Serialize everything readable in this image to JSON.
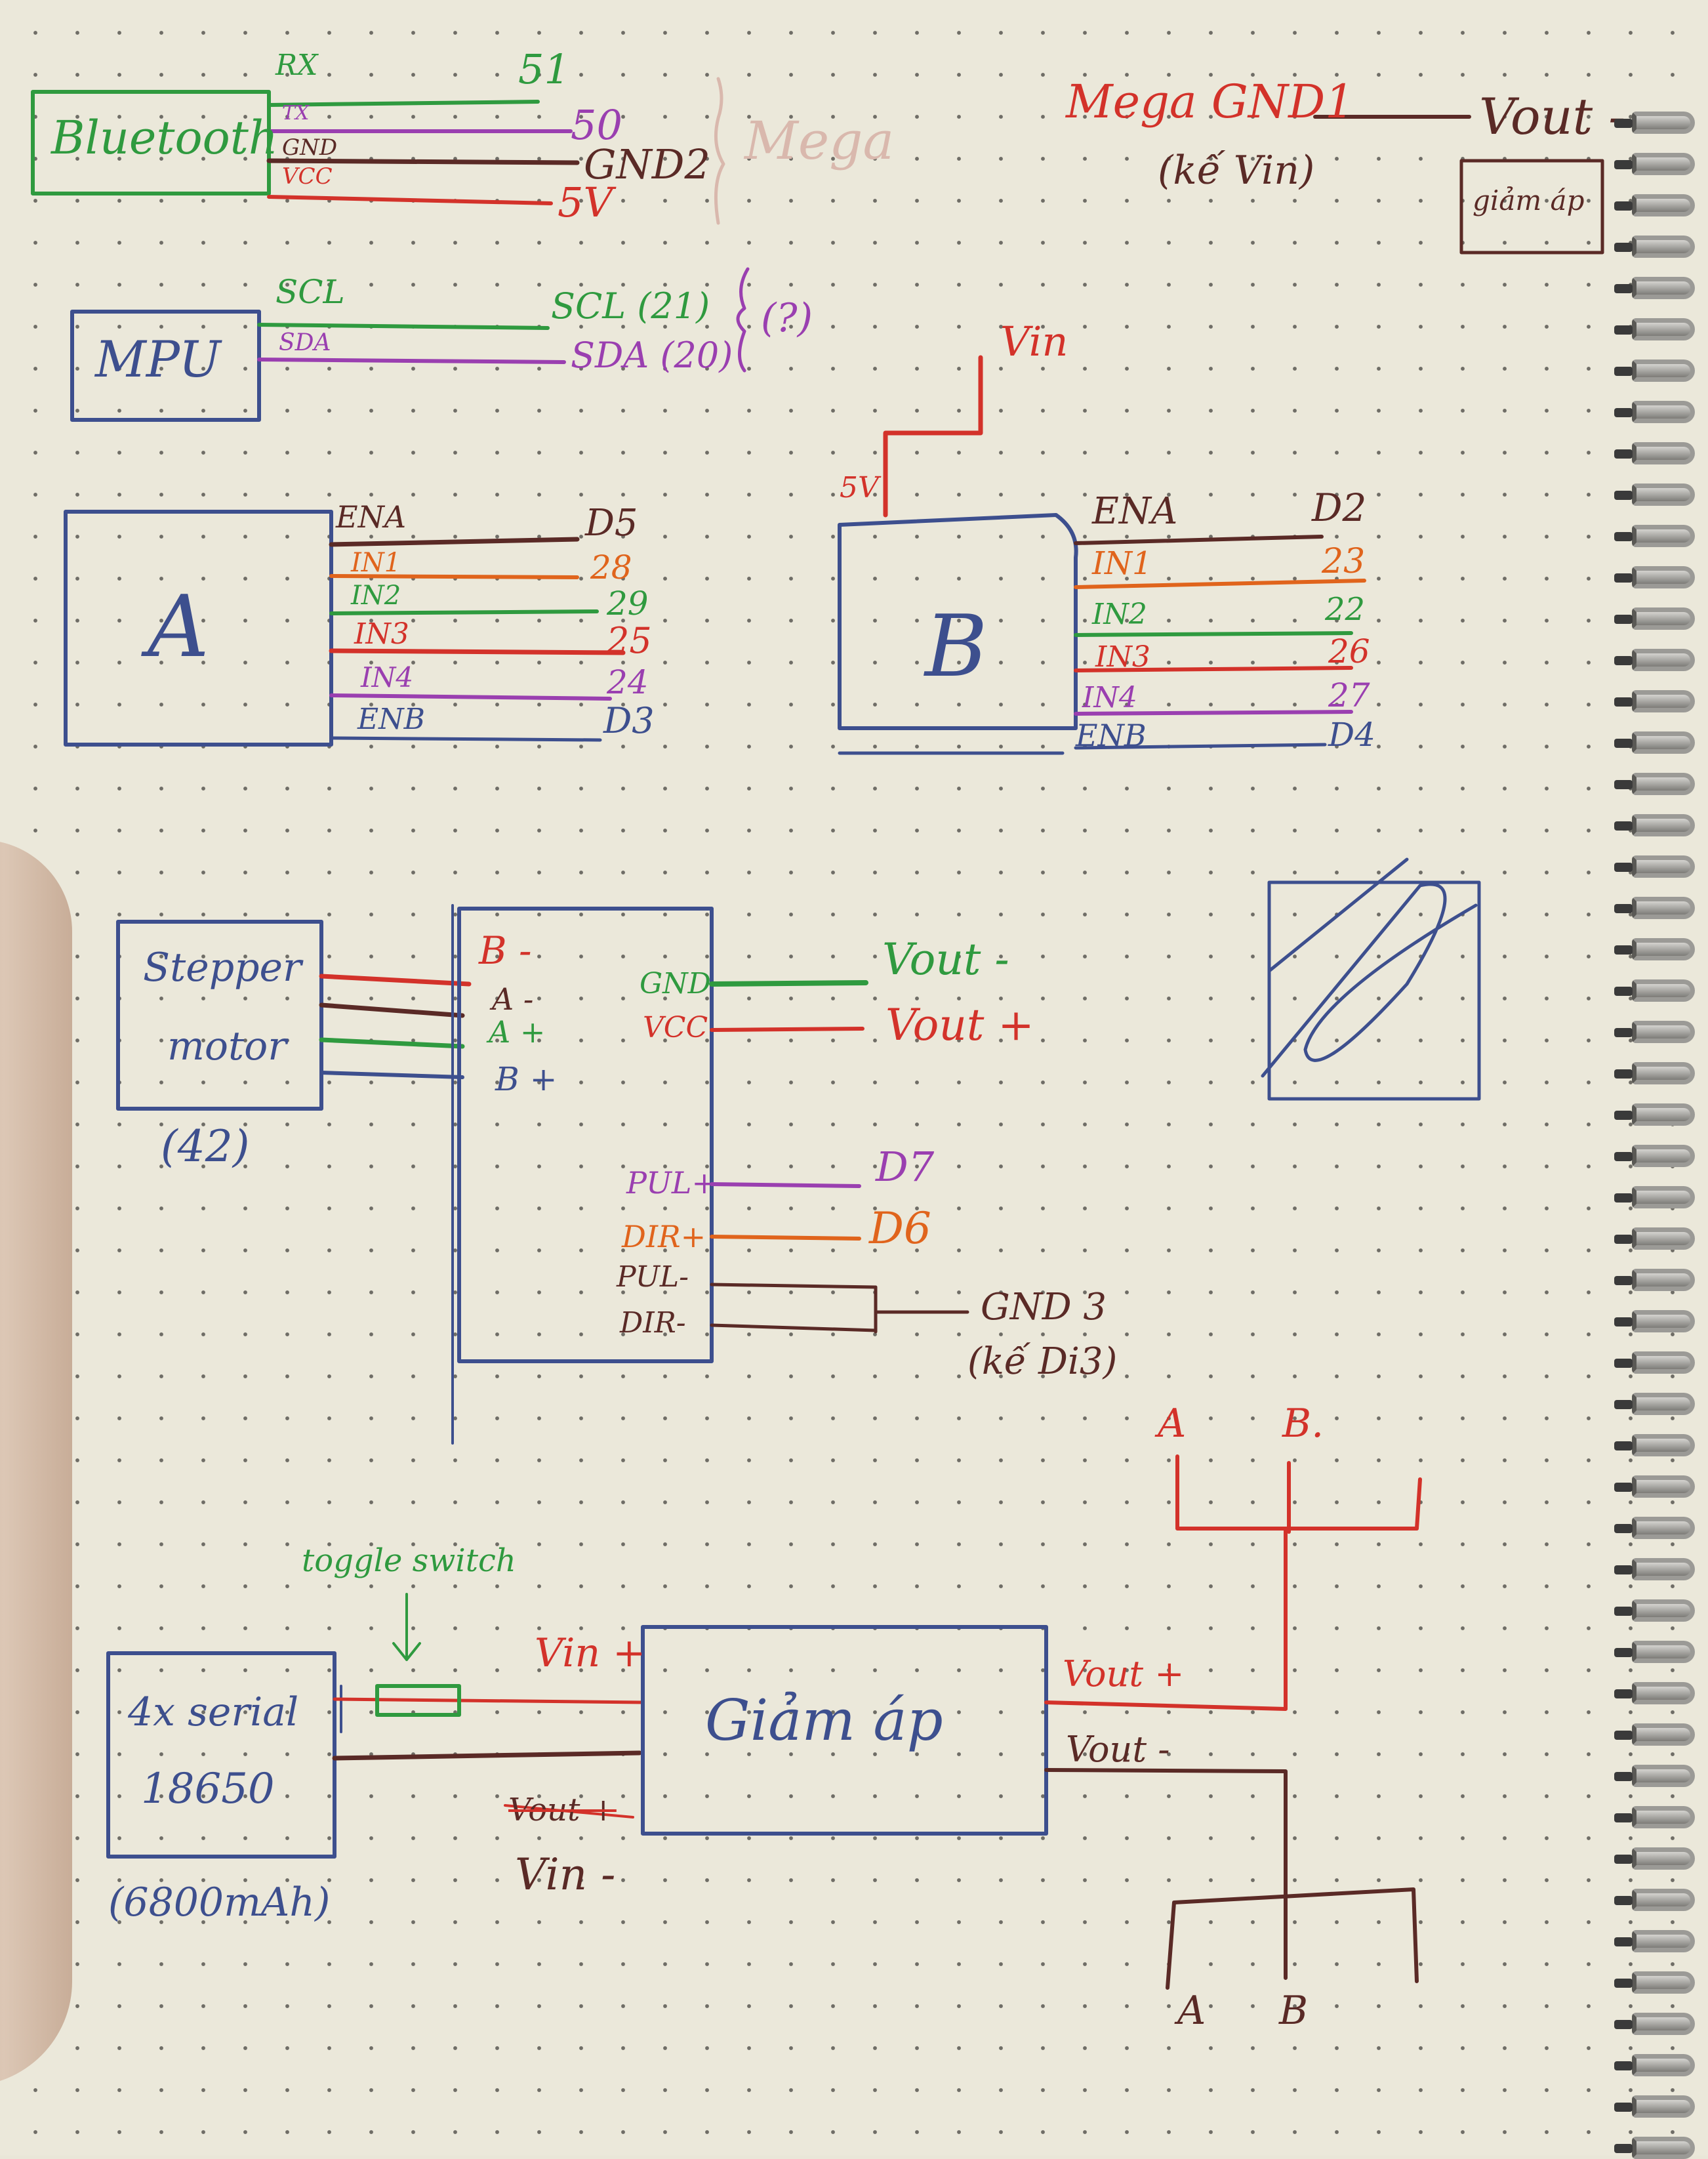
{
  "bluetooth": {
    "title": "Bluetooth",
    "pins": [
      "RX",
      "TX",
      "GND",
      "VCC"
    ],
    "targets": [
      "51",
      "50",
      "GND2",
      "5V"
    ],
    "group_note": "Mega"
  },
  "mega_gnd": {
    "left": "Mega GND1",
    "sub": "(kế Vin)",
    "right": "Vout -",
    "box": "giảm áp"
  },
  "mpu": {
    "title": "MPU",
    "pins": [
      "SCL",
      "SDA"
    ],
    "targets": [
      "SCL (21)",
      "SDA (20)"
    ],
    "note": "(?)"
  },
  "driver_a": {
    "title": "A",
    "pins": [
      "ENA",
      "IN1",
      "IN2",
      "IN3",
      "IN4",
      "ENB"
    ],
    "targets": [
      "D5",
      "28",
      "29",
      "25",
      "24",
      "D3"
    ]
  },
  "driver_b": {
    "title": "B",
    "power_5v": "5V",
    "power_vin": "Vin",
    "pins": [
      "ENA",
      "IN1",
      "IN2",
      "IN3",
      "IN4",
      "ENB"
    ],
    "targets": [
      "D2",
      "23",
      "22",
      "26",
      "27",
      "D4"
    ]
  },
  "stepper": {
    "title_line1": "Stepper",
    "title_line2": "motor",
    "size": "(42)",
    "coil_pins": [
      "B -",
      "A -",
      "A +",
      "B +"
    ],
    "power_pins": [
      "GND",
      "VCC"
    ],
    "power_targets": [
      "Vout -",
      "Vout +"
    ],
    "signal_pins": [
      "PUL+",
      "DIR+",
      "PUL-",
      "DIR-"
    ],
    "signal_targets": [
      "D7",
      "D6"
    ],
    "gnd_target": "GND 3",
    "gnd_note": "(kế Di3)"
  },
  "power": {
    "battery_line1": "4x serial",
    "battery_line2": "18650",
    "capacity": "(6800mAh)",
    "switch": "toggle switch",
    "vin_plus": "Vin +",
    "vin_minus": "Vin -",
    "crossed": "Vout +",
    "regulator": "Giảm áp",
    "vout_plus": "Vout +",
    "vout_minus": "Vout -",
    "top_a": "A",
    "top_b": "B.",
    "bottom_a": "A",
    "bottom_b": "B"
  },
  "colors": {
    "blue": "#3d4f8e",
    "red": "#d3322a",
    "green": "#2f9a3f",
    "purple": "#9a3fb0",
    "orange": "#e0641c",
    "brown": "#5a2a26",
    "pale_red": "#d9b8ad"
  }
}
